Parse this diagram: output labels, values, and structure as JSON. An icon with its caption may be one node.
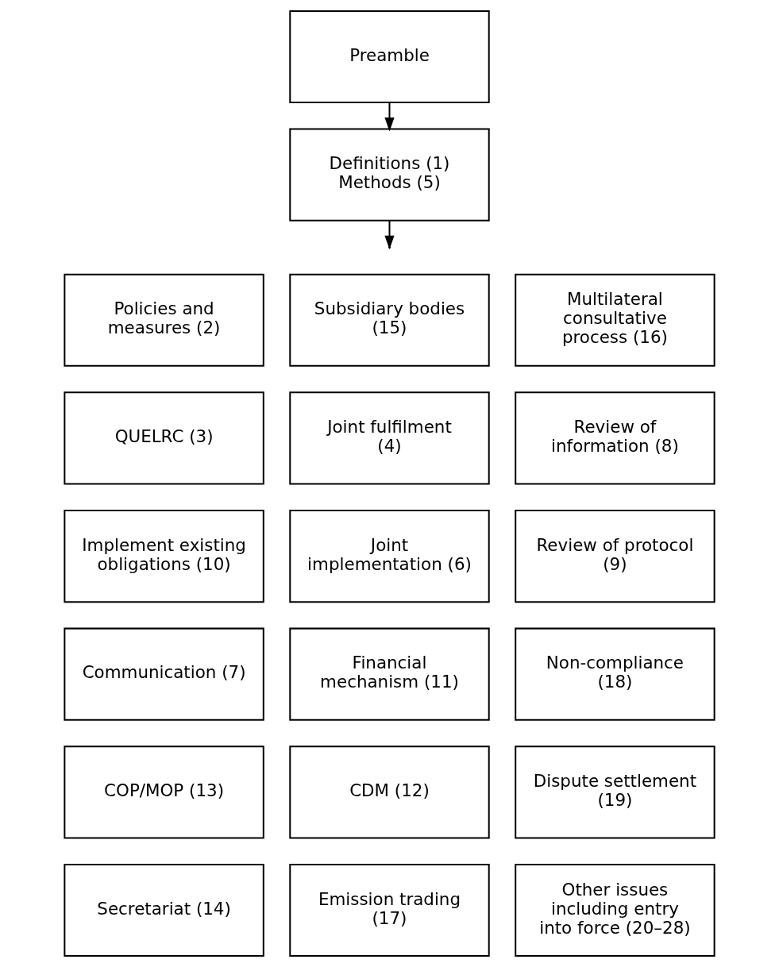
{
  "diagram": {
    "nodes": [
      {
        "text": [
          "Preamble"
        ]
      },
      {
        "text": [
          "Definitions (1) Methods (5)"
        ]
      },
      {
        "text": [
          "Policies and measures (2)"
        ]
      },
      {
        "text": [
          "Subsidiary bodies (15)"
        ]
      },
      {
        "text": [
          "Multilateral consultative process (16)"
        ]
      },
      {
        "text": [
          "QUELRC (3)"
        ]
      },
      {
        "text": [
          "Joint fulfilment (4)"
        ]
      },
      {
        "text": [
          "Review of information (8)"
        ]
      },
      {
        "text": [
          "Implement existing obligations (10)"
        ]
      },
      {
        "text": [
          "Joint implementation (6)"
        ]
      },
      {
        "text": [
          "Review of protocol (9)"
        ]
      },
      {
        "text": [
          "Communication (7)"
        ]
      },
      {
        "text": [
          "Financial mechanism (11)"
        ]
      },
      {
        "text": [
          "Non-compliance (18)"
        ]
      },
      {
        "text": [
          "COP/MOP (13)"
        ]
      },
      {
        "text": [
          "CDM (12)"
        ]
      },
      {
        "text": [
          "Dispute settlement (19)"
        ]
      },
      {
        "text": [
          "Secretariat (14)"
        ]
      },
      {
        "text": [
          "Emission trading (17)"
        ]
      },
      {
        "text": [
          "Other issues including entry into force (20–28)"
        ]
      }
    ],
    "edges": [
      {
        "from": 0,
        "to": 1,
        "arrow": "to"
      },
      {
        "from": 1,
        "to": null,
        "arrow": "to"
      }
    ]
  }
}
